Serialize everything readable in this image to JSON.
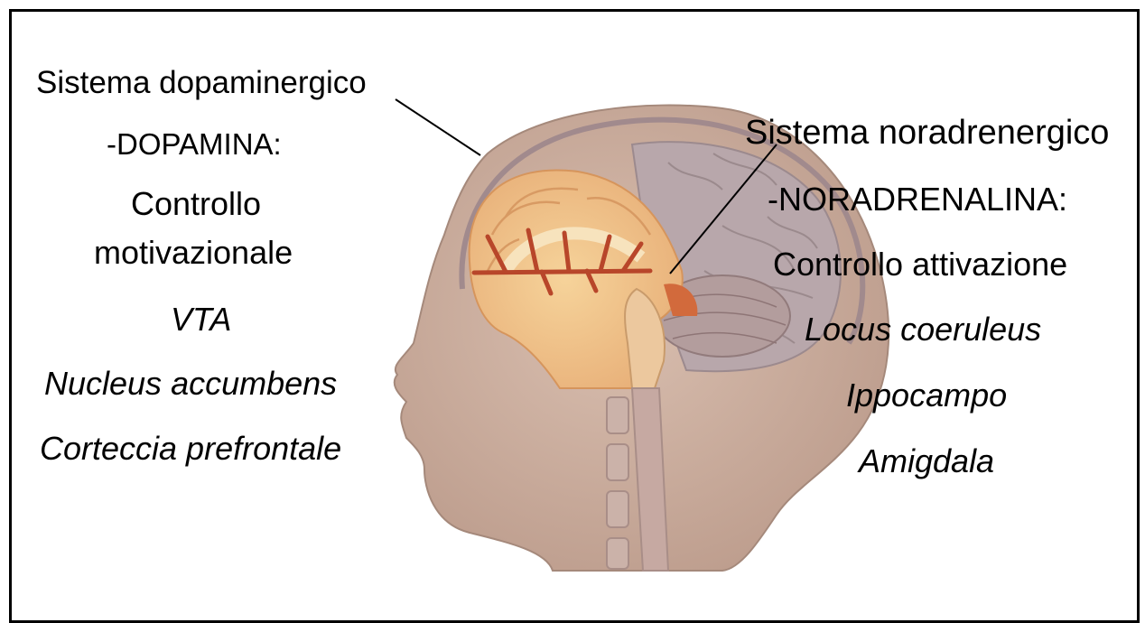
{
  "left_system": {
    "title": "Sistema dopaminergico",
    "neurotransmitter": "-DOPAMINA:",
    "function_line1": "Controllo",
    "function_line2": "motivazionale",
    "areas": [
      "VTA",
      "Nucleus accumbens",
      "Corteccia prefrontale"
    ]
  },
  "right_system": {
    "title": "Sistema noradrenergico",
    "neurotransmitter": "-NORADRENALINA:",
    "function": "Controllo attivazione",
    "areas": [
      "Locus coeruleus",
      "Ippocampo",
      "Amigdala"
    ]
  }
}
